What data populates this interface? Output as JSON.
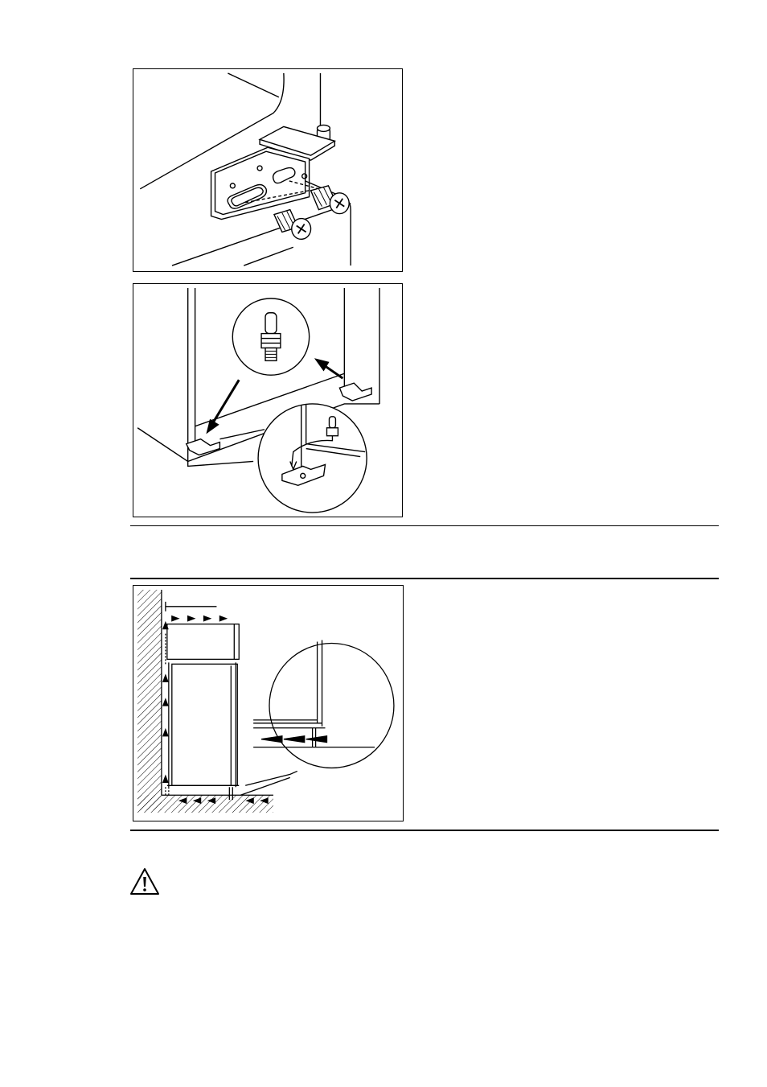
{
  "page": {
    "figures": [
      {
        "name": "hinge-bracket-screws-illustration",
        "kind": "illustration"
      },
      {
        "name": "hinge-pin-foot-illustration",
        "kind": "illustration"
      },
      {
        "name": "ventilation-clearance-illustration",
        "kind": "illustration"
      }
    ],
    "warning_icon": "warning-triangle-icon"
  }
}
